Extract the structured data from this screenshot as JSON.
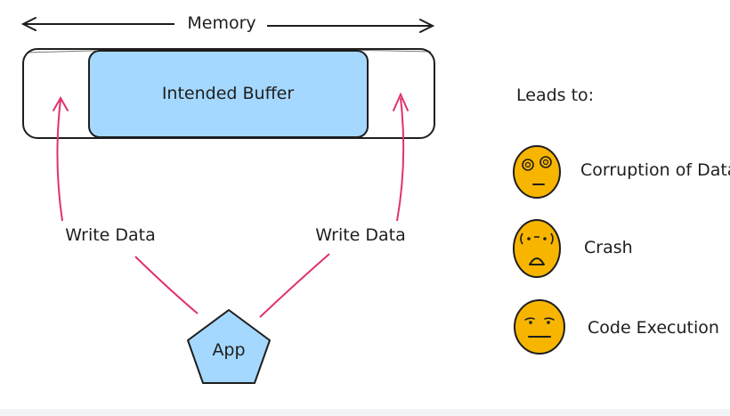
{
  "diagram": {
    "memory_label": "Memory",
    "buffer_label": "Intended Buffer",
    "write_left_label": "Write Data",
    "write_right_label": "Write Data",
    "app_label": "App",
    "leads_to_label": "Leads to:",
    "outcomes": [
      {
        "label": "Corruption of Data",
        "icon": "dizzy-face-icon"
      },
      {
        "label": "Crash",
        "icon": "shocked-face-icon"
      },
      {
        "label": "Code Execution",
        "icon": "worried-face-icon"
      }
    ]
  },
  "colors": {
    "buffer_fill": "#a5d8ff",
    "app_fill": "#a5d8ff",
    "arrow": "#e03170",
    "face_fill": "#f7b500",
    "stroke": "#1e1e1e"
  }
}
